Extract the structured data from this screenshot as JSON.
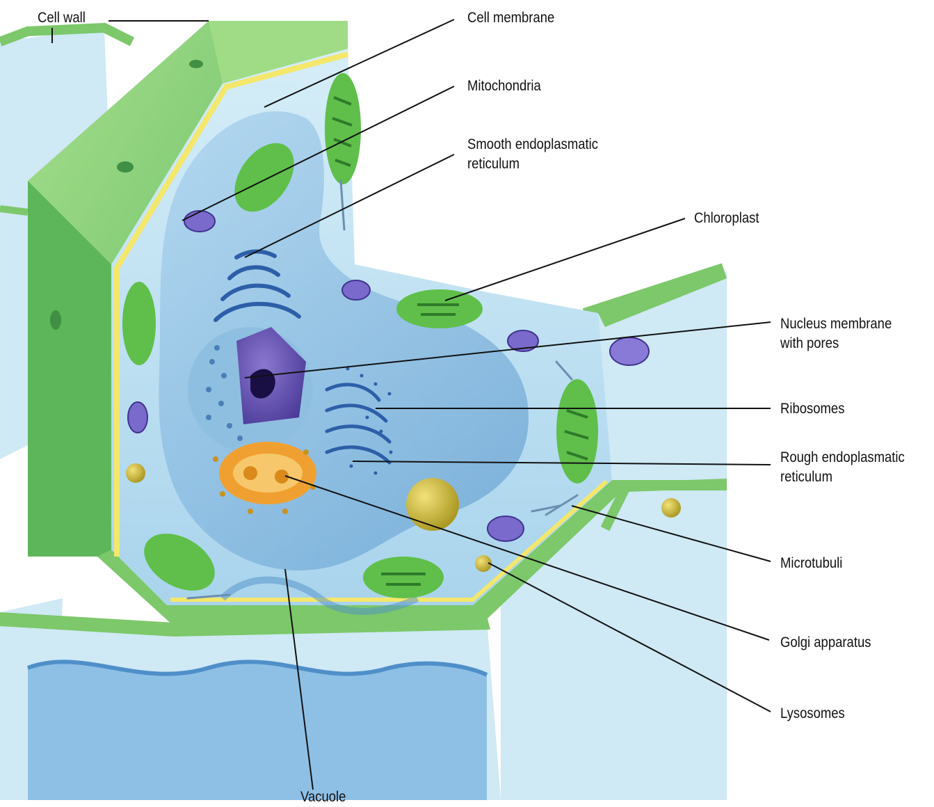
{
  "labels": {
    "cell_wall": "Cell wall",
    "cell_membrane": "Cell membrane",
    "mitochondria": "Mitochondria",
    "smooth_er": "Smooth endoplasmatic\nreticulum",
    "chloroplast": "Chloroplast",
    "nucleus_membrane": "Nucleus membrane\nwith pores",
    "ribosomes": "Ribosomes",
    "rough_er": "Rough endoplasmatic\nreticulum",
    "microtubuli": "Microtubuli",
    "golgi": "Golgi apparatus",
    "lysosomes": "Lysosomes",
    "vacuole": "Vacuole"
  },
  "colors": {
    "wall_green": "#8fd27a",
    "wall_dark": "#5cb85a",
    "membrane_yellow": "#f4e76a",
    "cytoplasm_blue": "#bfe3f2",
    "vacuole_blue": "#7fb3dd",
    "nucleus_purple": "#6b55b5",
    "golgi_orange": "#f0a030",
    "chloroplast_green": "#5fbf4a",
    "leader_line": "#111111"
  }
}
